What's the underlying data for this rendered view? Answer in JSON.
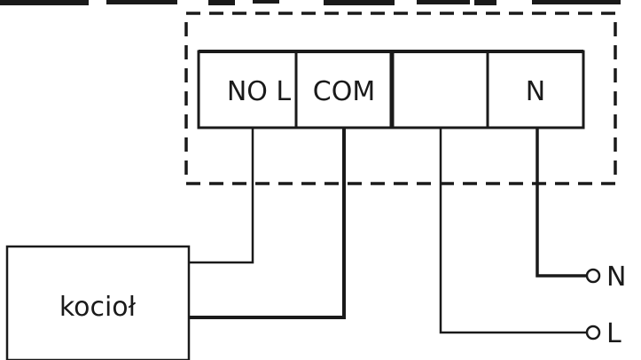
{
  "terminal_block": {
    "terminals": [
      {
        "id": "no-l",
        "label": "NO L"
      },
      {
        "id": "com",
        "label": "COM"
      },
      {
        "id": "blank",
        "label": ""
      },
      {
        "id": "n",
        "label": "N"
      }
    ]
  },
  "boiler": {
    "label": "kocioł"
  },
  "supply": {
    "n_label": "N",
    "l_label": "L"
  },
  "colors": {
    "line": "#1a1a1a",
    "background": "#ffffff"
  }
}
